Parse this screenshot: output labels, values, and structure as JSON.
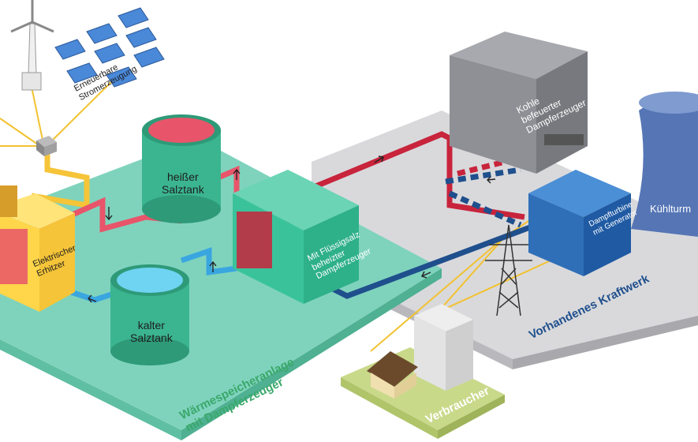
{
  "labels": {
    "renewable": "Erneuerbare\nStromerzeugung",
    "hot_tank": "heißer\nSalztank",
    "cold_tank": "kalter\nSalztank",
    "heater": "Elektrischer\nErhitzer",
    "steam_gen": "Mit Flüssigsalz\nbeheizter\nDampferzeuger",
    "coal": "Kohle\nbefeuerter\nDampferzeuger",
    "turbine": "Dampfturbine\nmit Generator",
    "cooling_tower": "Kühlturm",
    "storage_area": "Wärmespeicheranlage\nmit Dampferzeuger",
    "power_plant": "Vorhandenes Kraftwerk",
    "consumer": "Verbraucher"
  },
  "colors": {
    "storage_floor": "#7fd3bd",
    "plant_floor": "#d9d9dc",
    "hot_pipe": "#c8243c",
    "cold_pipe": "#1f4f8c",
    "heater_pipe": "#e8556a",
    "cold_salt_pipe": "#3aa6e0",
    "power_line": "#f2c230",
    "tank_green": "#3bb58f",
    "coal_building": "#8f9096",
    "turbine_blue": "#2f6fb8",
    "cooling_tower": "#5575b5",
    "consumer_floor": "#c9d98a"
  },
  "icons": [
    "wind-turbine-icon",
    "solar-panel-icon",
    "transformer-box-icon",
    "power-pylon-icon",
    "house-icon",
    "apartment-building-icon",
    "flow-arrow-icon"
  ]
}
